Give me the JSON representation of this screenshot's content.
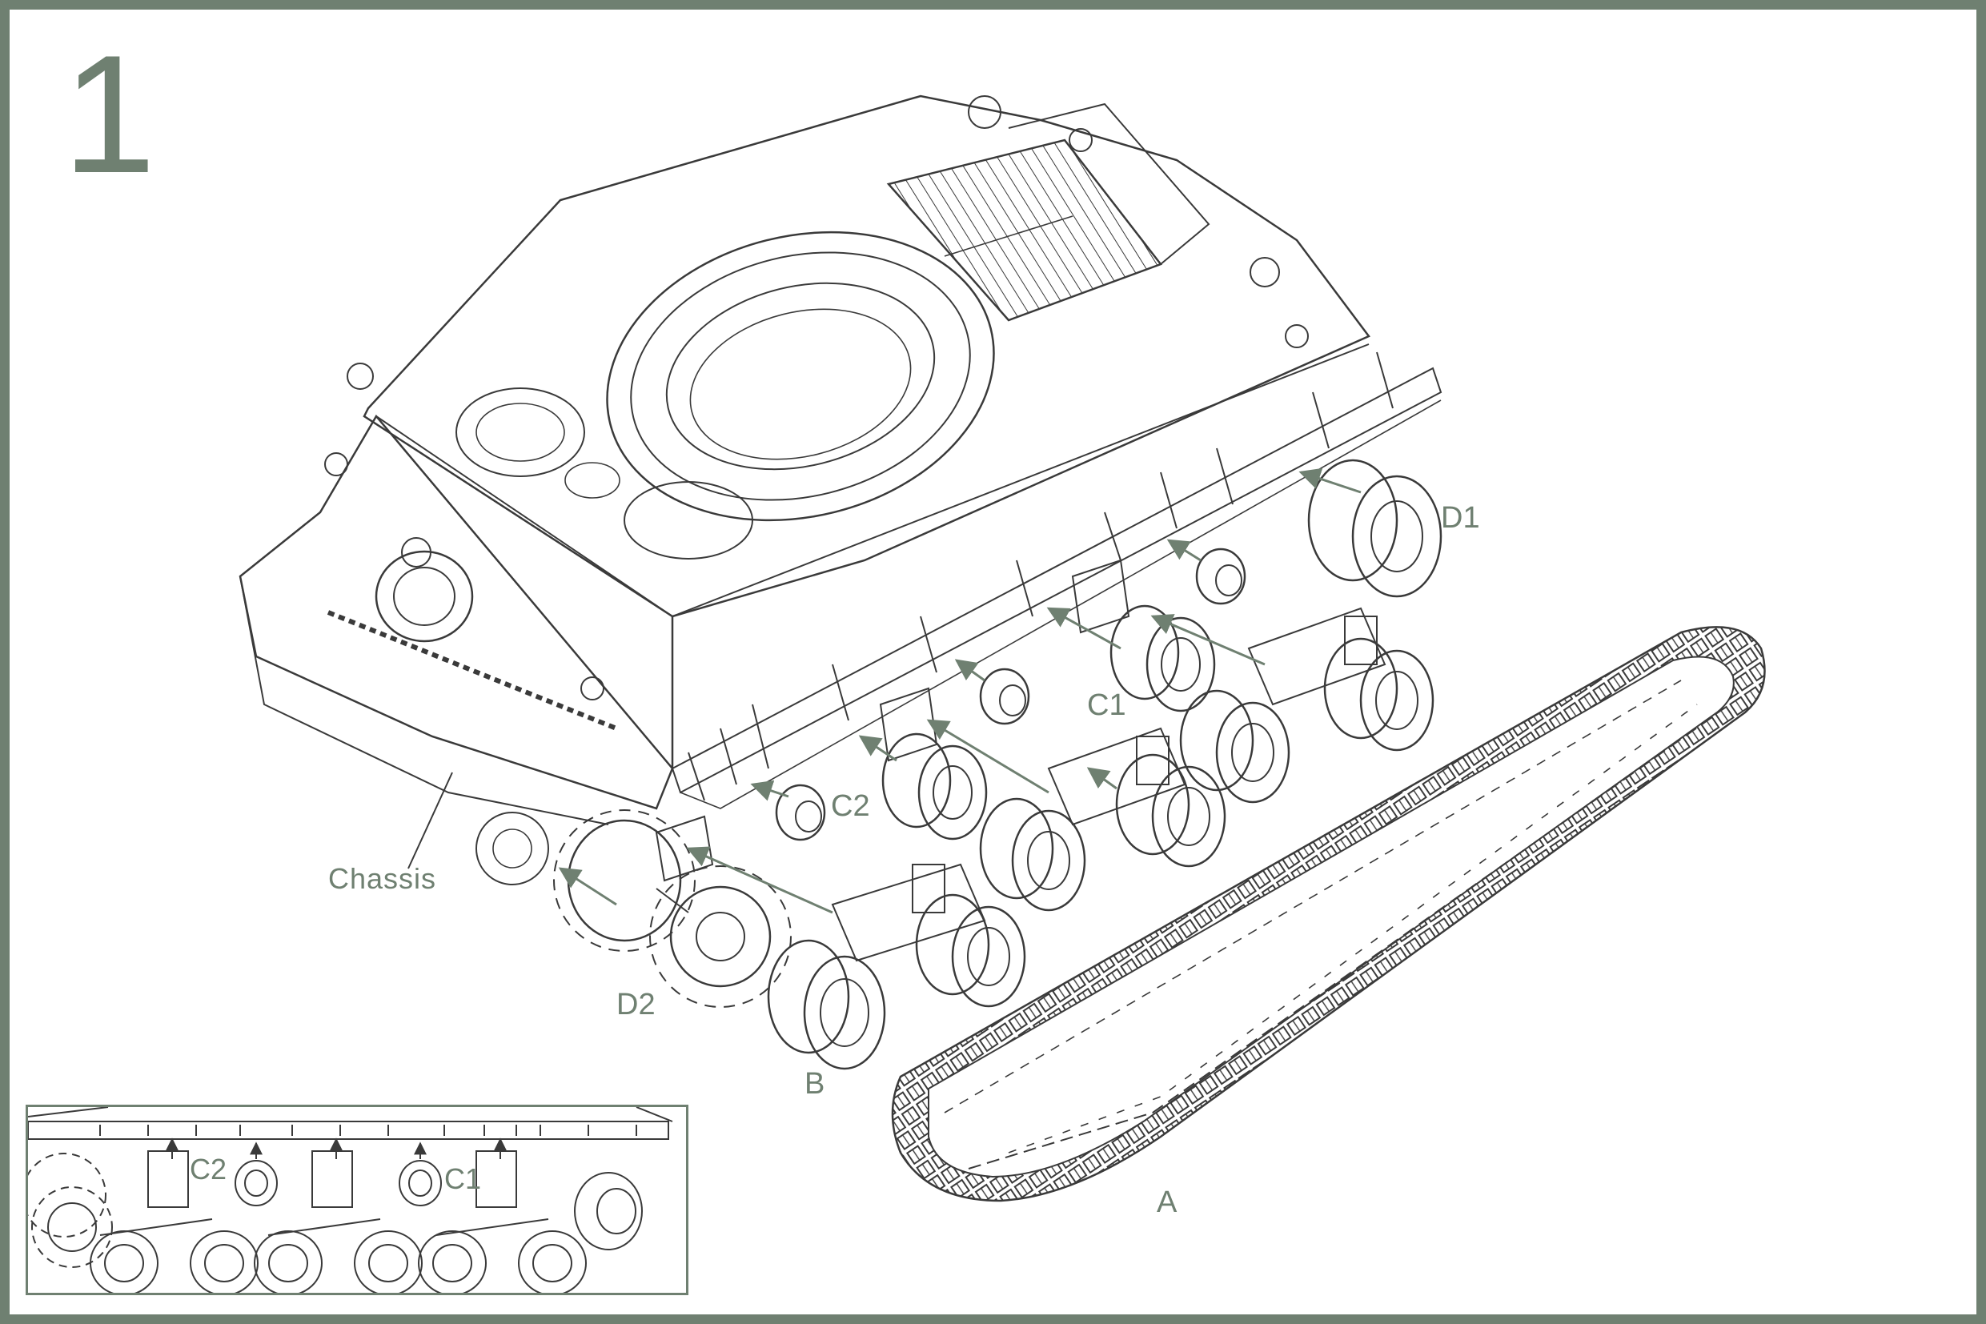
{
  "step": {
    "number": "1"
  },
  "labels": {
    "chassis": "Chassis",
    "d1": "D1",
    "c1": "C1",
    "c2": "C2",
    "d2": "D2",
    "b": "B",
    "a": "A"
  },
  "inset": {
    "c2": "C2",
    "c1": "C1"
  },
  "colors": {
    "frame": "#6f8071",
    "line": "#3a3a3a",
    "arrow": "#6f8071"
  }
}
